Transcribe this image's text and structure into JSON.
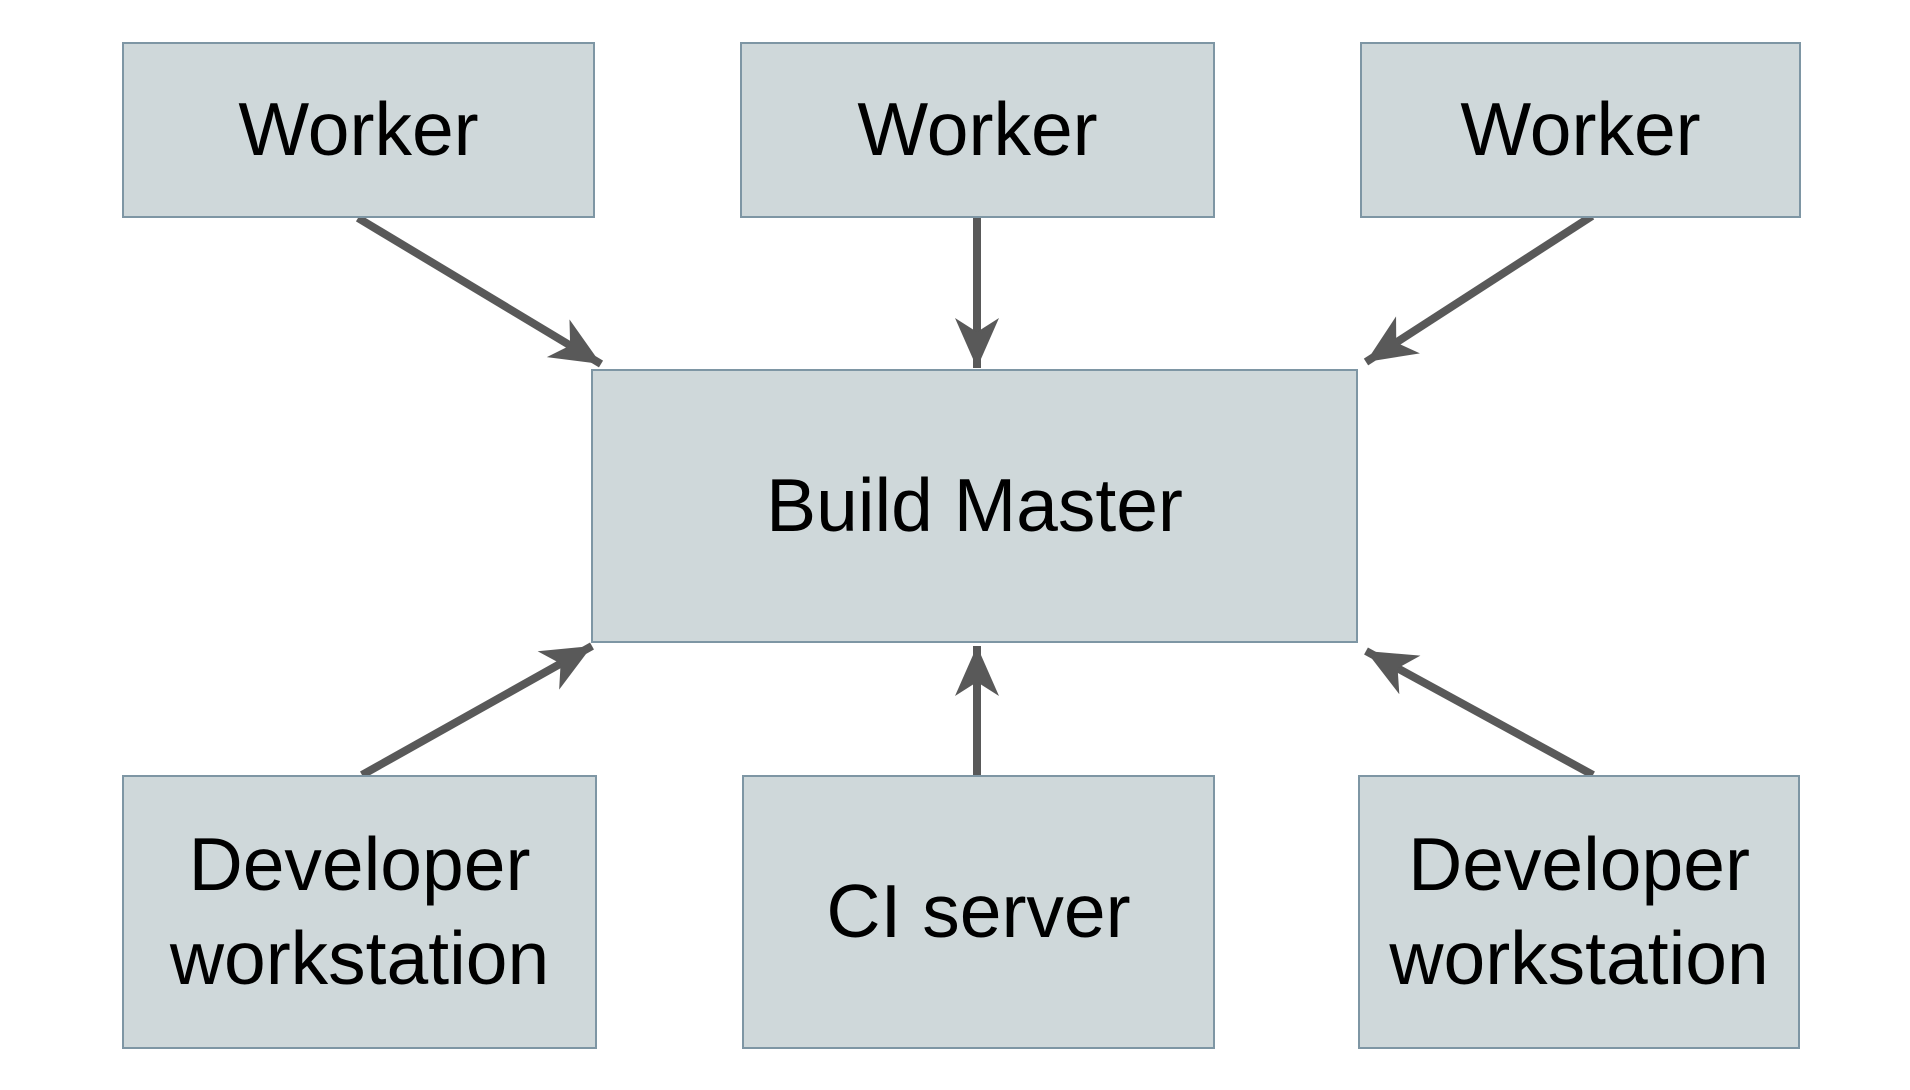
{
  "diagram": {
    "type": "architecture-diagram",
    "background": "#ffffff",
    "colors": {
      "node_fill": "#cfd8da",
      "node_border": "#7e96a4",
      "arrow": "#595959",
      "label_text": "#000000"
    },
    "nodes": [
      {
        "id": "worker-left",
        "label": "Worker"
      },
      {
        "id": "worker-middle",
        "label": "Worker"
      },
      {
        "id": "worker-right",
        "label": "Worker"
      },
      {
        "id": "build-master",
        "label": "Build Master"
      },
      {
        "id": "developer-workstation-left",
        "label": "Developer workstation"
      },
      {
        "id": "ci-server",
        "label": "CI server"
      },
      {
        "id": "developer-workstation-right",
        "label": "Developer workstation"
      }
    ],
    "edges": [
      {
        "from": "worker-left",
        "to": "build-master"
      },
      {
        "from": "worker-middle",
        "to": "build-master"
      },
      {
        "from": "worker-right",
        "to": "build-master"
      },
      {
        "from": "developer-workstation-left",
        "to": "build-master"
      },
      {
        "from": "ci-server",
        "to": "build-master"
      },
      {
        "from": "developer-workstation-right",
        "to": "build-master"
      }
    ]
  }
}
